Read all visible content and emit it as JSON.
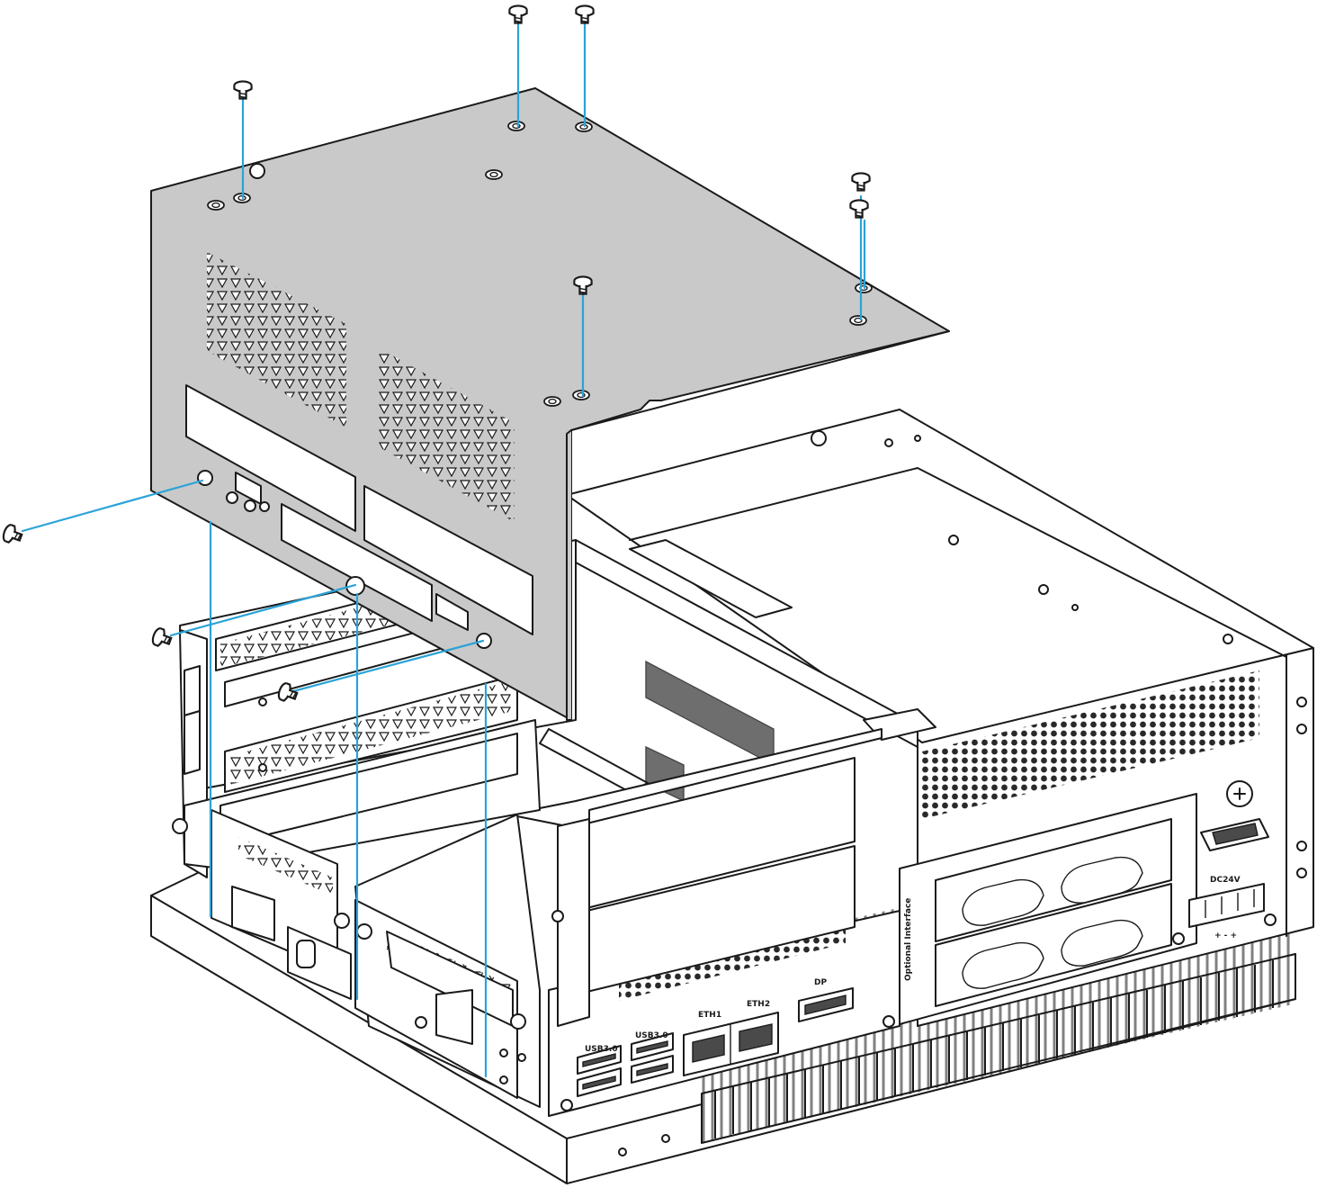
{
  "colors": {
    "guide": "#2aa3d8",
    "cover": "#c9c9c9",
    "outline": "#1a1a1a",
    "body": "#ffffff"
  },
  "icons": [
    "screw-icon",
    "ground-symbol-icon"
  ],
  "labels": {
    "optional_interface": "Optional Interface",
    "dp": "DP",
    "eth1": "ETH1",
    "eth2": "ETH2",
    "usb": "USB3.0",
    "dc_input": "DC24V",
    "power_polarity": "+  -  +"
  },
  "screws": [
    {
      "id": "top-1"
    },
    {
      "id": "top-2"
    },
    {
      "id": "top-3"
    },
    {
      "id": "top-4"
    },
    {
      "id": "top-5"
    },
    {
      "id": "top-6"
    },
    {
      "id": "side-left"
    },
    {
      "id": "front-1"
    },
    {
      "id": "front-2"
    }
  ]
}
